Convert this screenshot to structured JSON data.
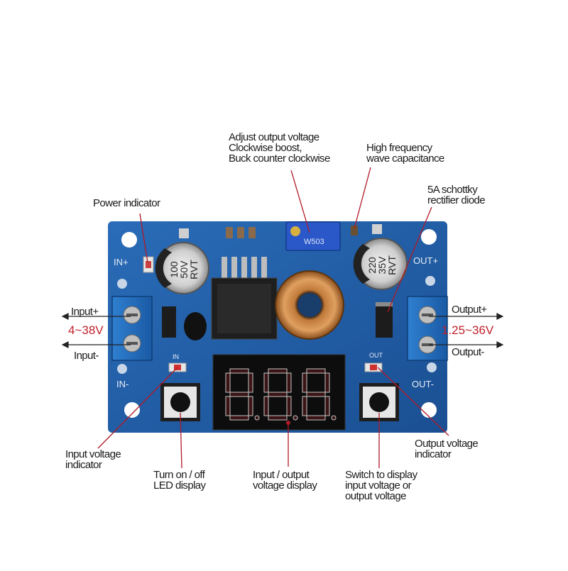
{
  "labels": {
    "adjust": [
      "Adjust output voltage",
      "Clockwise boost,",
      "Buck counter clockwise"
    ],
    "high_freq": [
      "High frequency",
      "wave capacitance"
    ],
    "schottky": [
      "5A schottky",
      "rectifier diode"
    ],
    "power_indicator": "Power indicator",
    "input_plus": "Input+",
    "input_minus": "Input-",
    "input_range": "4~38V",
    "output_plus": "Output+",
    "output_minus": "Output-",
    "output_range": "1.25~36V",
    "input_indicator": [
      "Input voltage",
      "indicator"
    ],
    "led_toggle": [
      "Turn on / off",
      "LED display"
    ],
    "io_display": [
      "Input / output",
      "voltage display"
    ],
    "switch_display": [
      "Switch to display",
      "input voltage or",
      "output voltage"
    ],
    "output_indicator": [
      "Output voltage",
      "indicator"
    ]
  },
  "board": {
    "in_plus": "IN+",
    "in_minus": "IN-",
    "out_plus": "OUT+",
    "out_minus": "OUT-",
    "in_small": "IN",
    "out_small": "OUT",
    "cap_left": [
      "100",
      "50V",
      "RVT"
    ],
    "cap_right": [
      "220",
      "35V",
      "RVT"
    ],
    "pot_mark": "W503"
  },
  "colors": {
    "pcb": "#1f5fa8",
    "leader": "#b01a28",
    "red_text": "#c0202a"
  }
}
